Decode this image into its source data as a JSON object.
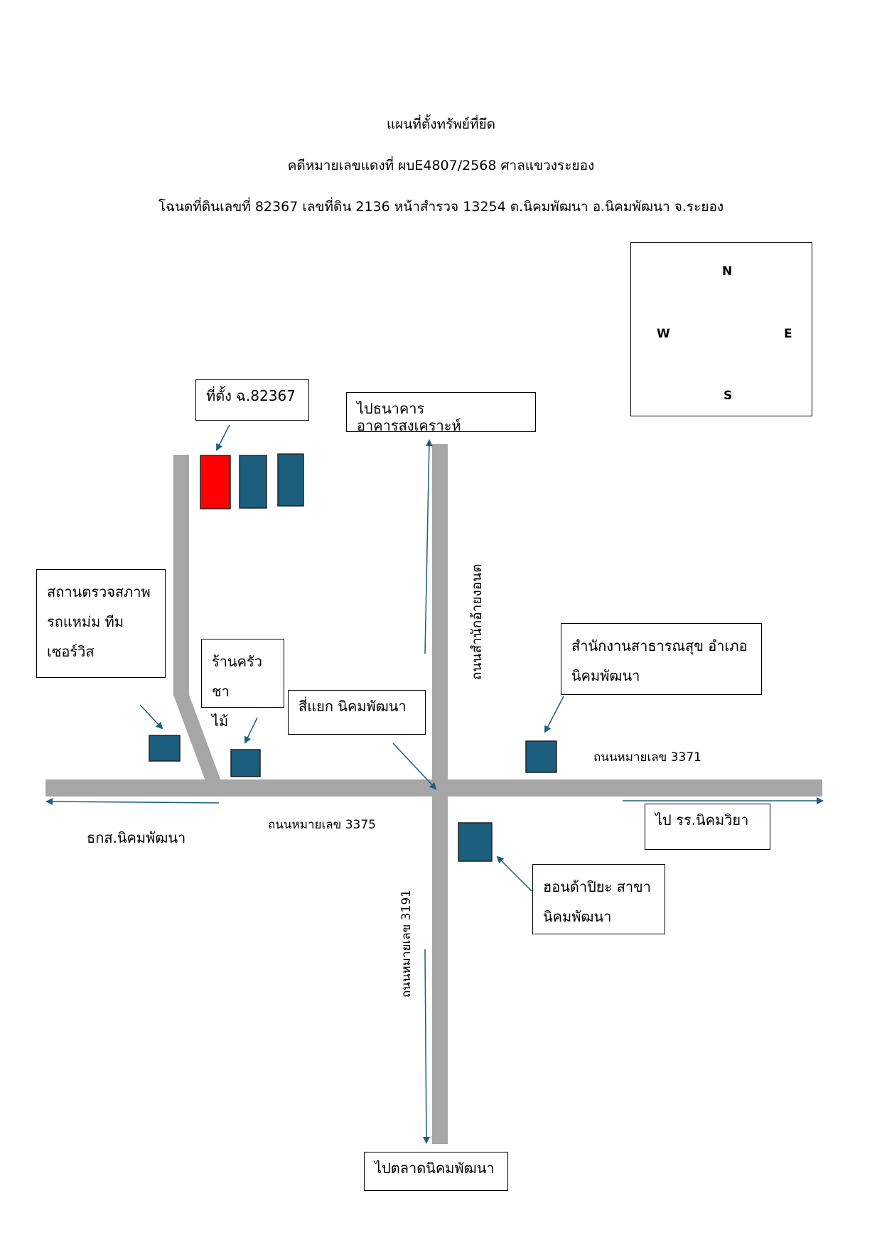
{
  "header": {
    "title": "แผนที่ตั้งทรัพย์ที่ยึด",
    "case_line": "คดีหมายเลขแดงที่ ผบE4807/2568 ศาลแขวงระยอง",
    "deed_line": "โฉนดที่ดินเลขที่ 82367 เลขที่ดิน 2136 หน้าสำรวจ 13254 ต.นิคมพัฒนา อ.นิคมพัฒนา จ.ระยอง"
  },
  "labels": {
    "site": "ที่ตั้ง ฉ.82367",
    "bank_north": "ไปธนาคารอาคารสงเคราะห์",
    "inspection": "สถานตรวจสภาพ\nรถแหม่ม ทีม\nเซอร์วิส",
    "kitchen": "ร้านครัวชา\nไม้",
    "intersection": "สี่แยก นิคมพัฒนา",
    "health_office": "สำนักงานสาธารณสุข อำเภอ\nนิคมพัฒนา",
    "school": "ไป รร.นิคมวิยา",
    "honda": "ฮอนด้าปิยะ สาขา\nนิคมพัฒนา",
    "market": "ไปตลาดนิคมพัฒนา",
    "baac": "ธกส.นิคมพัฒนา"
  },
  "roads": {
    "road_3371": "ถนนหมายเลข 3371",
    "road_3375": "ถนนหมายเลข 3375",
    "road_3191": "ถนนหมายเลข 3191",
    "road_office": "ถนนสำนักอ้ายงอนต"
  },
  "compass": {
    "n": "N",
    "s": "S",
    "e": "E",
    "w": "W"
  },
  "colors": {
    "road": "#a6a6a6",
    "building": "#1b5e7e",
    "target": "#ff0000",
    "arrow": "#1b5e7e"
  }
}
